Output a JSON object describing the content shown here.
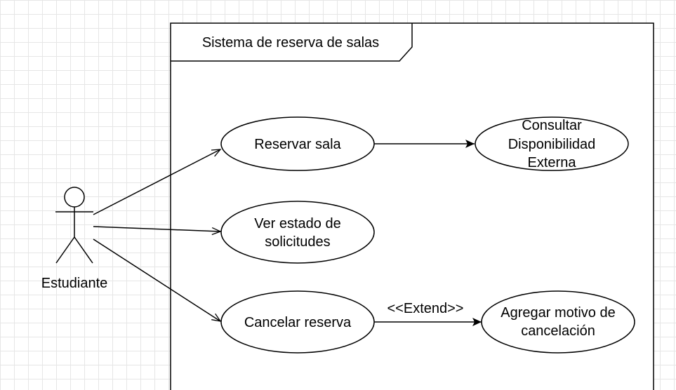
{
  "system": {
    "title": "Sistema de reserva de salas"
  },
  "actor": {
    "name": "Estudiante"
  },
  "use_cases": {
    "reservar": {
      "line1": "Reservar sala"
    },
    "consultar": {
      "line1": "Consultar",
      "line2": "Disponibilidad",
      "line3": "Externa"
    },
    "ver_estado": {
      "line1": "Ver estado de",
      "line2": "solicitudes"
    },
    "cancelar": {
      "line1": "Cancelar reserva"
    },
    "agregar": {
      "line1": "Agregar motivo de",
      "line2": "cancelación"
    }
  },
  "relations": {
    "extend_label": "<<Extend>>"
  }
}
